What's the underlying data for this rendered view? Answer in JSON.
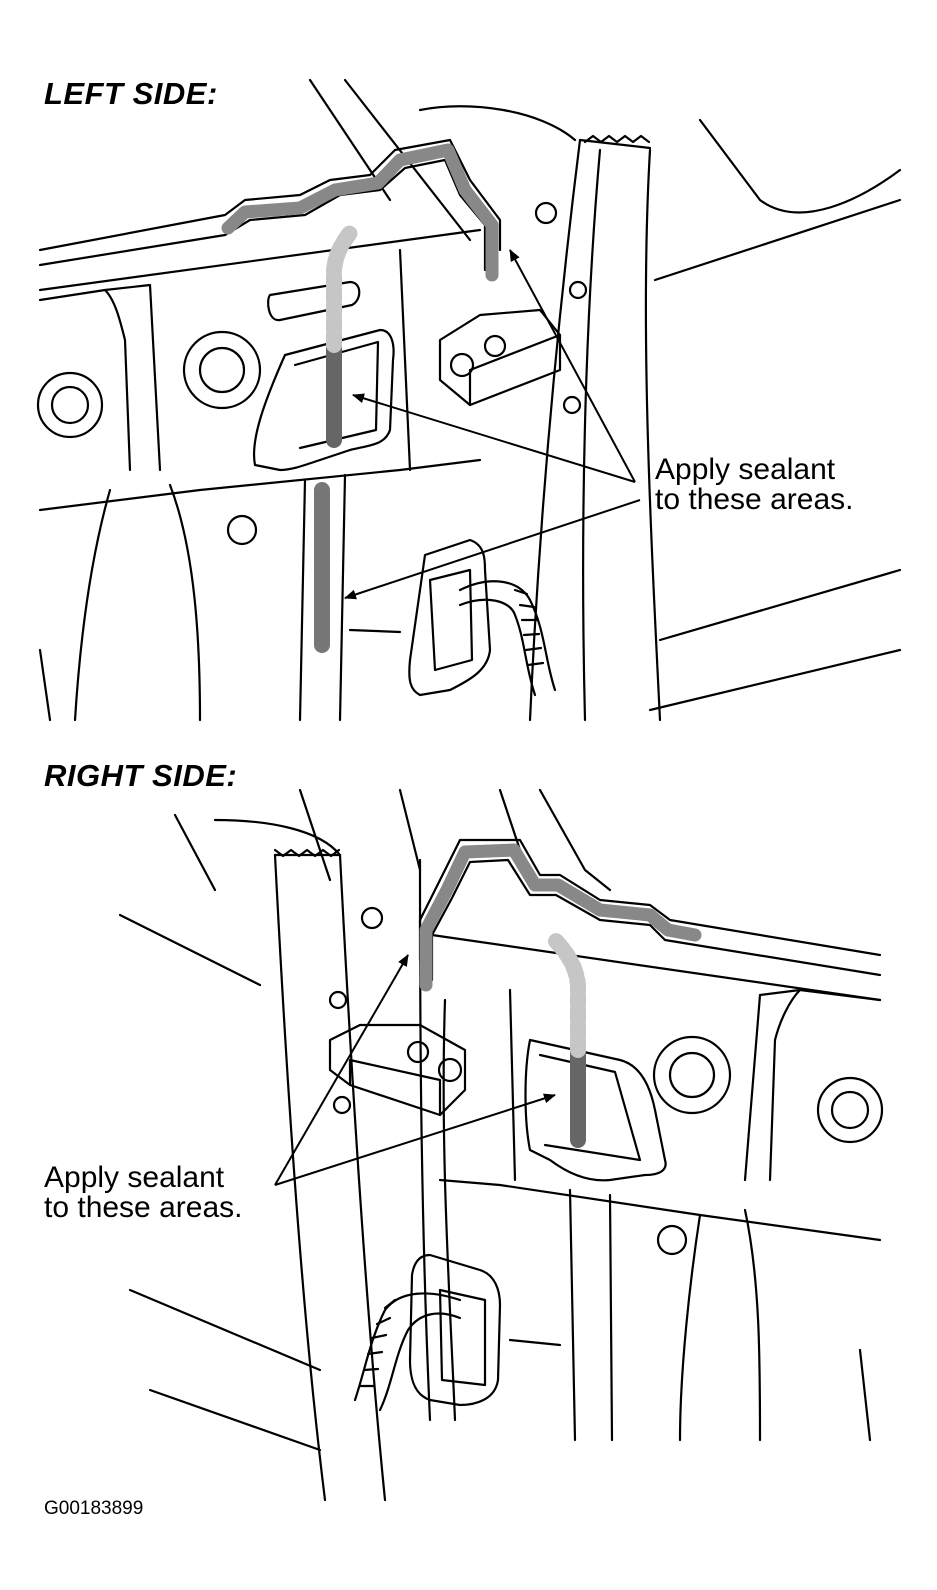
{
  "left_panel": {
    "heading": "LEFT SIDE:",
    "callout_line1": "Apply sealant",
    "callout_line2": "to these areas."
  },
  "right_panel": {
    "heading": "RIGHT SIDE:",
    "callout_line1": "Apply sealant",
    "callout_line2": "to these areas."
  },
  "figure_id": "G00183899",
  "colors": {
    "line": "#000000",
    "sealant": "#888888",
    "sealant_dashed": "#bdbdbd",
    "background": "#ffffff"
  }
}
